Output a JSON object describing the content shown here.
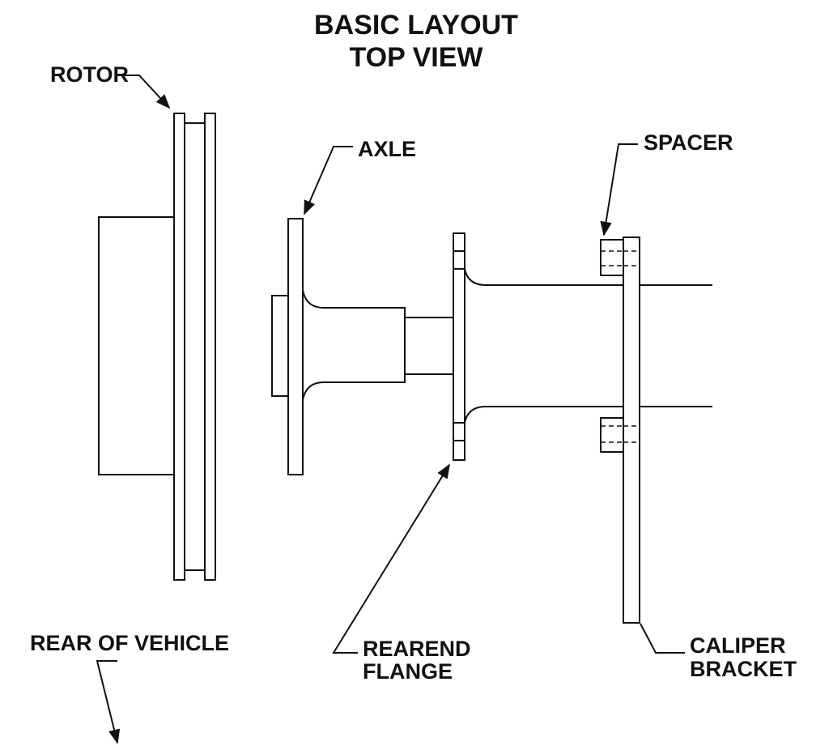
{
  "title": {
    "line1": "BASIC LAYOUT",
    "line2": "TOP VIEW"
  },
  "labels": {
    "rotor": "ROTOR",
    "axle": "AXLE",
    "spacer": "SPACER",
    "rearend_line1": "REAREND",
    "rearend_line2": "FLANGE",
    "caliper_line1": "CALIPER",
    "caliper_line2": "BRACKET",
    "rear_of_vehicle": "REAR OF VEHICLE"
  },
  "colors": {
    "ink": "#111111",
    "background": "#ffffff"
  }
}
